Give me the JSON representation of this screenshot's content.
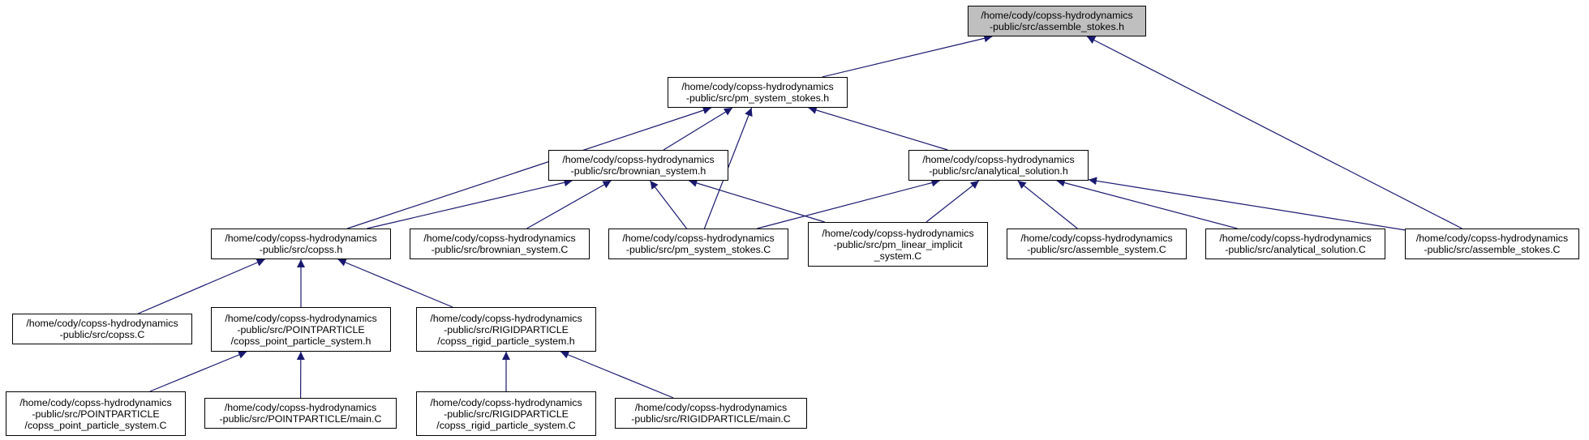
{
  "colors": {
    "edge": "#191970",
    "root_fill": "#bfbfbf",
    "node_fill": "#ffffff",
    "node_border": "#000000"
  },
  "nodes": [
    {
      "id": "assemble_stokes_h",
      "lines": [
        "/home/cody/copss-hydrodynamics",
        "-public/src/assemble_stokes.h"
      ],
      "root": true
    },
    {
      "id": "pm_system_stokes_h",
      "lines": [
        "/home/cody/copss-hydrodynamics",
        "-public/src/pm_system_stokes.h"
      ]
    },
    {
      "id": "brownian_system_h",
      "lines": [
        "/home/cody/copss-hydrodynamics",
        "-public/src/brownian_system.h"
      ]
    },
    {
      "id": "analytical_solution_h",
      "lines": [
        "/home/cody/copss-hydrodynamics",
        "-public/src/analytical_solution.h"
      ]
    },
    {
      "id": "copss_h",
      "lines": [
        "/home/cody/copss-hydrodynamics",
        "-public/src/copss.h"
      ]
    },
    {
      "id": "brownian_system_C",
      "lines": [
        "/home/cody/copss-hydrodynamics",
        "-public/src/brownian_system.C"
      ]
    },
    {
      "id": "pm_system_stokes_C",
      "lines": [
        "/home/cody/copss-hydrodynamics",
        "-public/src/pm_system_stokes.C"
      ]
    },
    {
      "id": "pm_linear_implicit_system_C",
      "lines": [
        "/home/cody/copss-hydrodynamics",
        "-public/src/pm_linear_implicit",
        "_system.C"
      ]
    },
    {
      "id": "assemble_system_C",
      "lines": [
        "/home/cody/copss-hydrodynamics",
        "-public/src/assemble_system.C"
      ]
    },
    {
      "id": "analytical_solution_C",
      "lines": [
        "/home/cody/copss-hydrodynamics",
        "-public/src/analytical_solution.C"
      ]
    },
    {
      "id": "assemble_stokes_C",
      "lines": [
        "/home/cody/copss-hydrodynamics",
        "-public/src/assemble_stokes.C"
      ]
    },
    {
      "id": "copss_C",
      "lines": [
        "/home/cody/copss-hydrodynamics",
        "-public/src/copss.C"
      ]
    },
    {
      "id": "copss_point_particle_system_h",
      "lines": [
        "/home/cody/copss-hydrodynamics",
        "-public/src/POINTPARTICLE",
        "/copss_point_particle_system.h"
      ]
    },
    {
      "id": "copss_rigid_particle_system_h",
      "lines": [
        "/home/cody/copss-hydrodynamics",
        "-public/src/RIGIDPARTICLE",
        "/copss_rigid_particle_system.h"
      ]
    },
    {
      "id": "copss_point_particle_system_C",
      "lines": [
        "/home/cody/copss-hydrodynamics",
        "-public/src/POINTPARTICLE",
        "/copss_point_particle_system.C"
      ]
    },
    {
      "id": "pointparticle_main_C",
      "lines": [
        "/home/cody/copss-hydrodynamics",
        "-public/src/POINTPARTICLE/main.C"
      ]
    },
    {
      "id": "copss_rigid_particle_system_C",
      "lines": [
        "/home/cody/copss-hydrodynamics",
        "-public/src/RIGIDPARTICLE",
        "/copss_rigid_particle_system.C"
      ]
    },
    {
      "id": "rigidparticle_main_C",
      "lines": [
        "/home/cody/copss-hydrodynamics",
        "-public/src/RIGIDPARTICLE/main.C"
      ]
    }
  ],
  "edges": [
    {
      "from": "pm_system_stokes_h",
      "to": "assemble_stokes_h"
    },
    {
      "from": "assemble_stokes_C",
      "to": "assemble_stokes_h"
    },
    {
      "from": "brownian_system_h",
      "to": "pm_system_stokes_h"
    },
    {
      "from": "analytical_solution_h",
      "to": "pm_system_stokes_h"
    },
    {
      "from": "copss_h",
      "to": "pm_system_stokes_h"
    },
    {
      "from": "pm_system_stokes_C",
      "to": "pm_system_stokes_h"
    },
    {
      "from": "copss_h",
      "to": "brownian_system_h"
    },
    {
      "from": "brownian_system_C",
      "to": "brownian_system_h"
    },
    {
      "from": "pm_system_stokes_C",
      "to": "brownian_system_h"
    },
    {
      "from": "pm_linear_implicit_system_C",
      "to": "brownian_system_h"
    },
    {
      "from": "pm_system_stokes_C",
      "to": "analytical_solution_h"
    },
    {
      "from": "pm_linear_implicit_system_C",
      "to": "analytical_solution_h"
    },
    {
      "from": "assemble_system_C",
      "to": "analytical_solution_h"
    },
    {
      "from": "analytical_solution_C",
      "to": "analytical_solution_h"
    },
    {
      "from": "assemble_stokes_C",
      "to": "analytical_solution_h"
    },
    {
      "from": "copss_C",
      "to": "copss_h"
    },
    {
      "from": "copss_point_particle_system_h",
      "to": "copss_h"
    },
    {
      "from": "copss_rigid_particle_system_h",
      "to": "copss_h"
    },
    {
      "from": "copss_point_particle_system_C",
      "to": "copss_point_particle_system_h"
    },
    {
      "from": "pointparticle_main_C",
      "to": "copss_point_particle_system_h"
    },
    {
      "from": "copss_rigid_particle_system_C",
      "to": "copss_rigid_particle_system_h"
    },
    {
      "from": "rigidparticle_main_C",
      "to": "copss_rigid_particle_system_h"
    }
  ]
}
